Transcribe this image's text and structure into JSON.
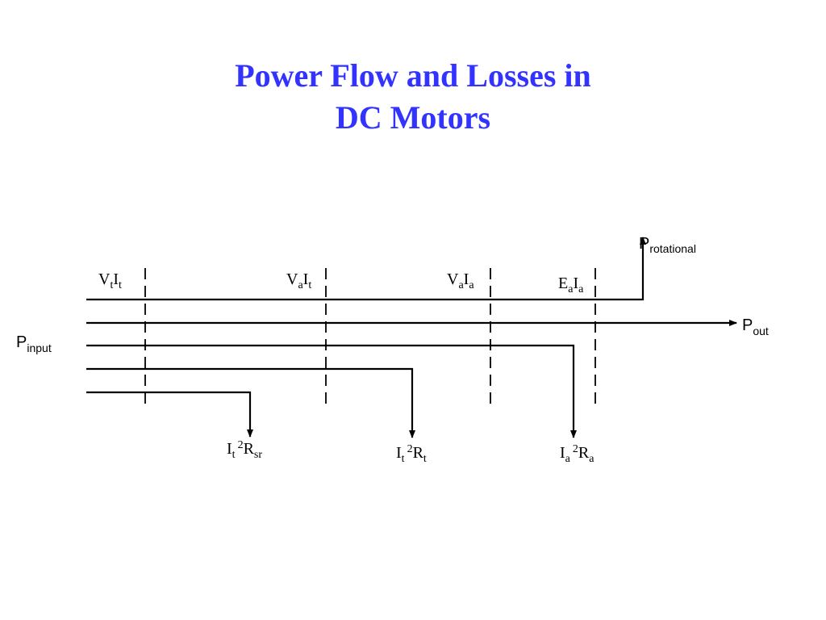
{
  "title": {
    "line1": "Power Flow and Losses in",
    "line2": "DC Motors",
    "color": "#3333ff"
  },
  "labels": {
    "p_input": {
      "main": "P",
      "sub": "input"
    },
    "p_out": {
      "main": "P",
      "sub": "out"
    },
    "p_rotational": {
      "main": "P",
      "sub": "rotational"
    },
    "vt_it": {
      "a": "V",
      "a_sub": "t",
      "b": "I",
      "b_sub": "t"
    },
    "va_it": {
      "a": "V",
      "a_sub": "a",
      "b": "I",
      "b_sub": "t"
    },
    "va_ia": {
      "a": "V",
      "a_sub": "a",
      "b": "I",
      "b_sub": "a"
    },
    "ea_ia": {
      "a": "E",
      "a_sub": "a",
      "b": "I",
      "b_sub": "a"
    },
    "it2_rsr": {
      "a": "I",
      "a_sub": "t",
      "sup": "2",
      "b": "R",
      "b_sub": "sr"
    },
    "it2_rt": {
      "a": "I",
      "a_sub": "t",
      "sup": "2",
      "b": "R",
      "b_sub": "t"
    },
    "ia2_ra": {
      "a": "I",
      "a_sub": "a",
      "sup": "2",
      "b": "R",
      "b_sub": "a"
    }
  }
}
